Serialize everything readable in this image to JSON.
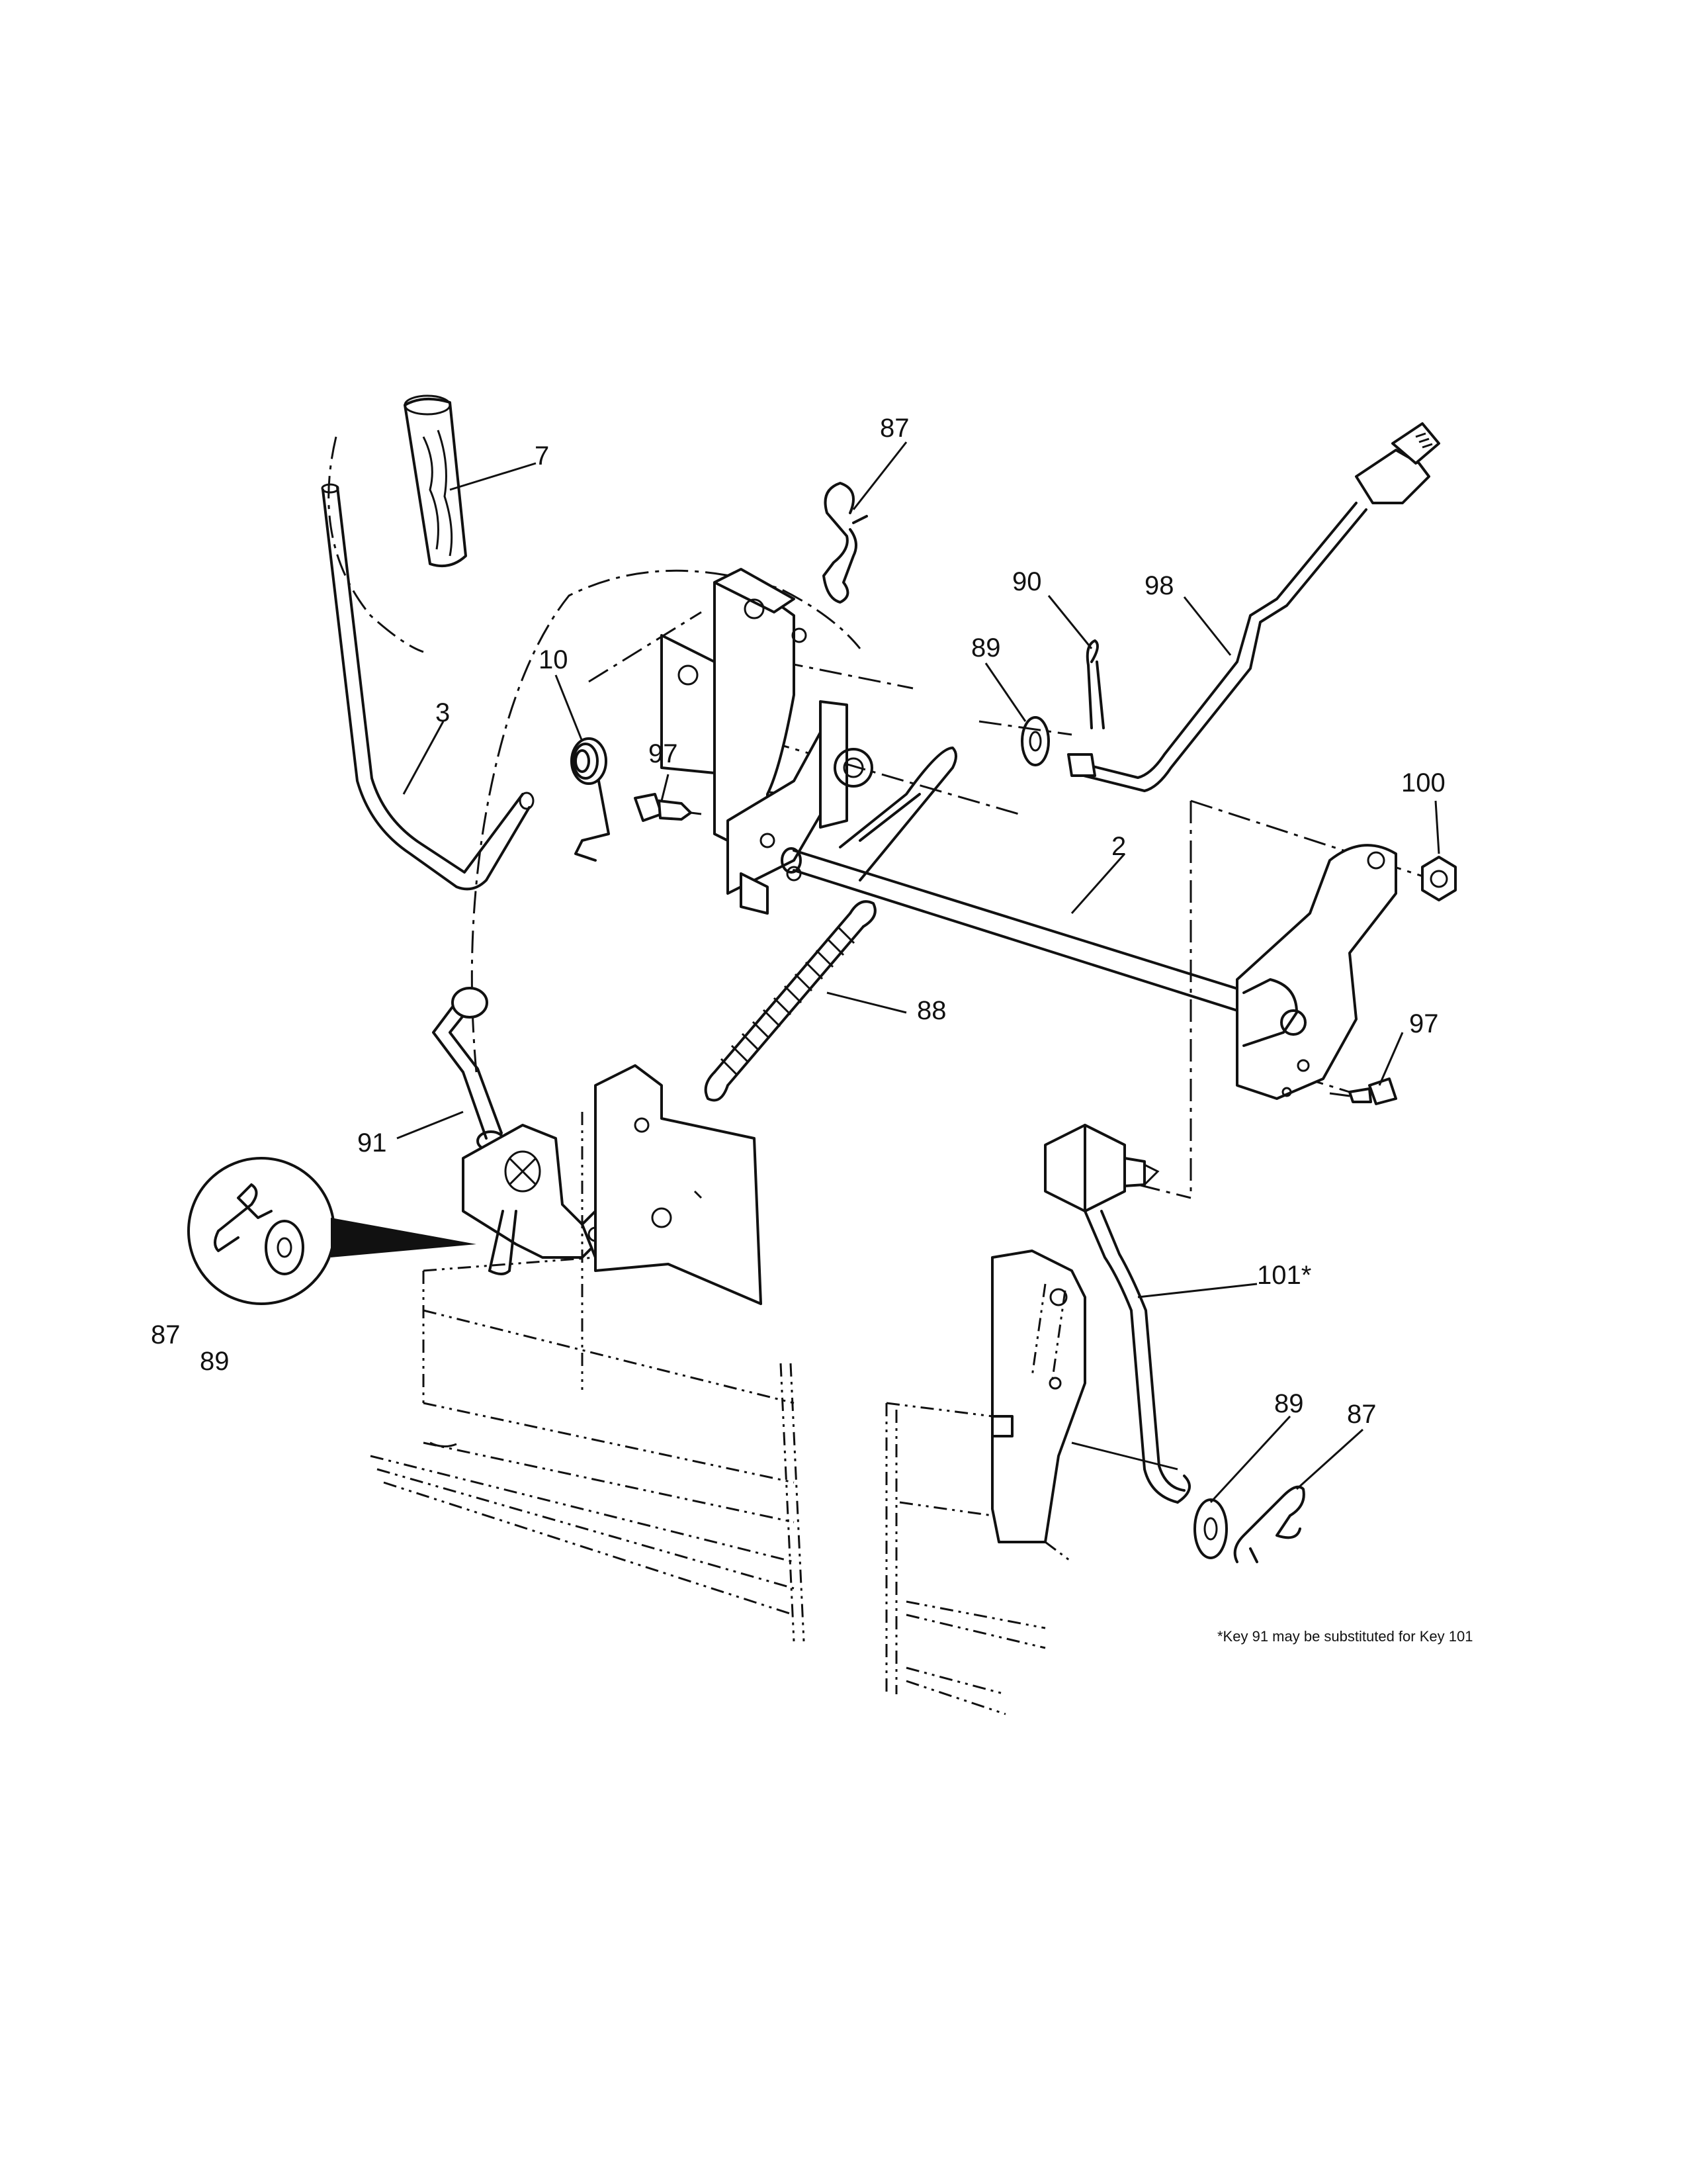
{
  "callouts": [
    {
      "label": "7"
    },
    {
      "label": "87"
    },
    {
      "label": "90"
    },
    {
      "label": "98"
    },
    {
      "label": "89"
    },
    {
      "label": "10"
    },
    {
      "label": "3"
    },
    {
      "label": "97"
    },
    {
      "label": "100"
    },
    {
      "label": "2"
    },
    {
      "label": "88"
    },
    {
      "label": "97"
    },
    {
      "label": "91"
    },
    {
      "label": "101*"
    },
    {
      "label": "87"
    },
    {
      "label": "89"
    },
    {
      "label": "89"
    },
    {
      "label": "87"
    }
  ],
  "footnote": "*Key 91 may be substituted for Key 101"
}
